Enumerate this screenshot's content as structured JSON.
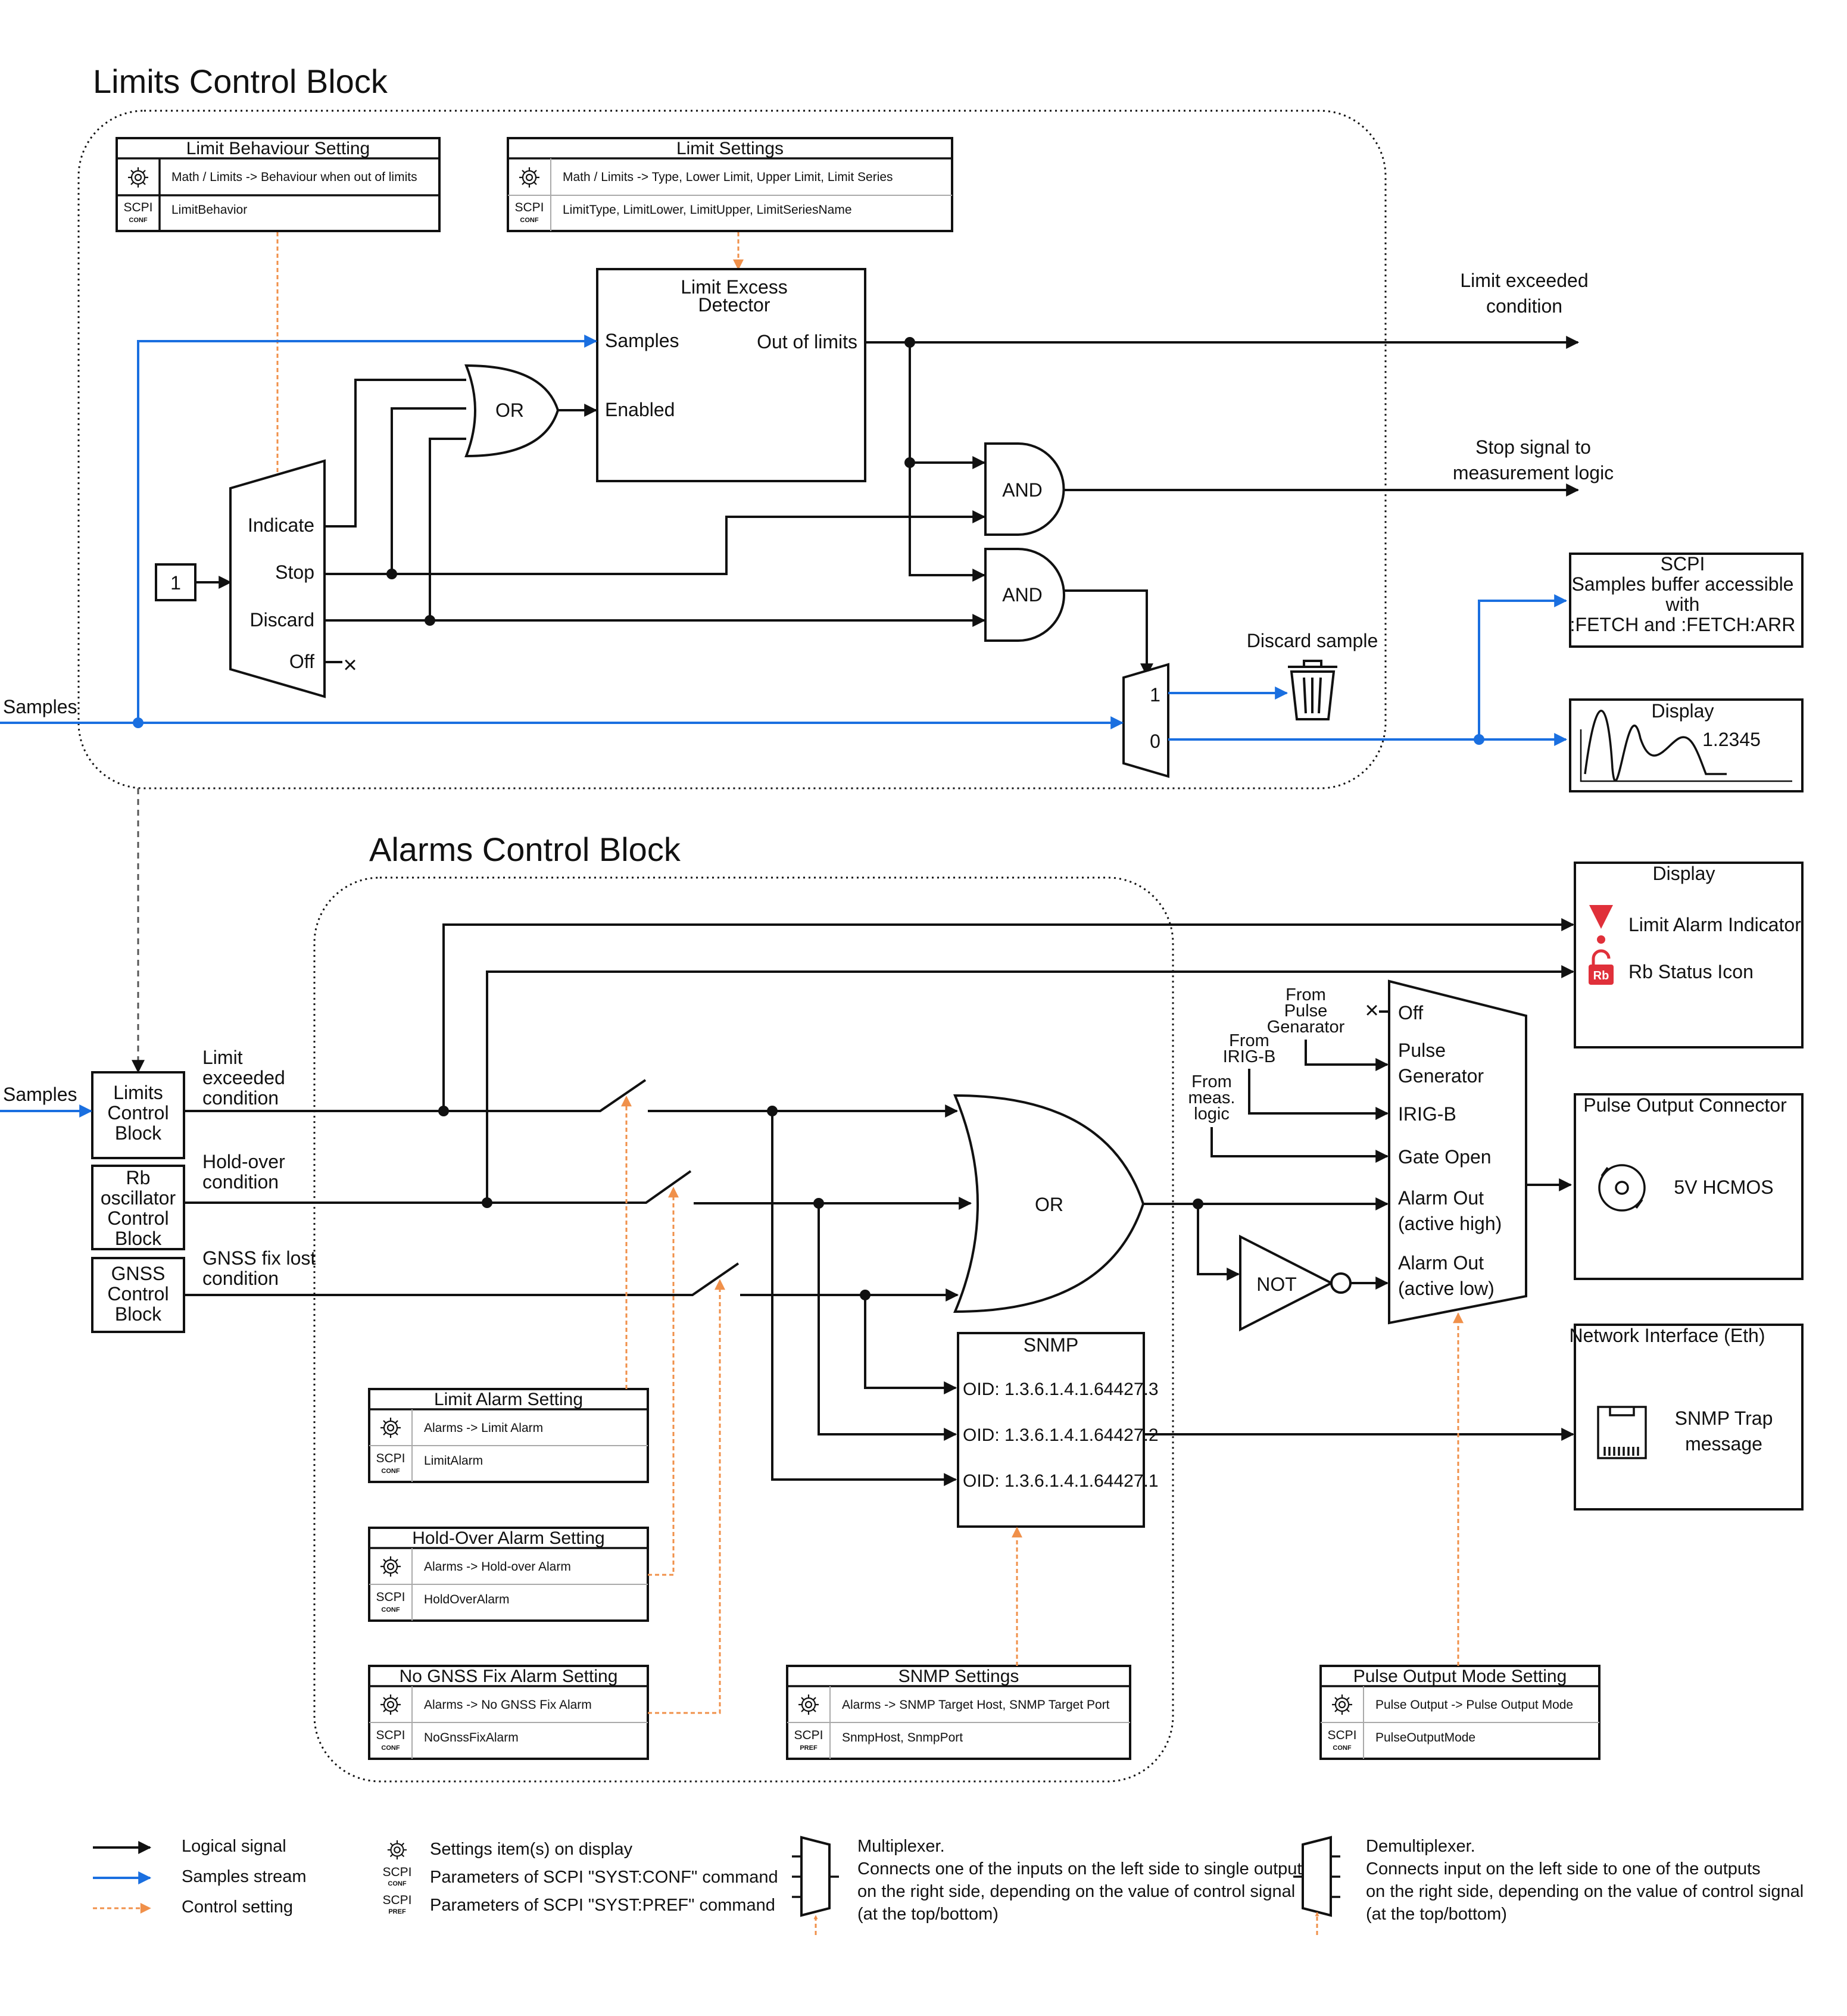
{
  "limits_block": {
    "title": "Limits Control Block",
    "behaviour_panel": {
      "title": "Limit Behaviour Setting",
      "display_path": "Math / Limits -> Behaviour when out of limits",
      "scpi_params": "LimitBehavior"
    },
    "limit_settings_panel": {
      "title": "Limit Settings",
      "display_path": "Math / Limits -> Type, Lower Limit, Upper Limit, Limit Series",
      "scpi_params": "LimitType, LimitLower, LimitUpper, LimitSeriesName"
    },
    "detector": {
      "title_line1": "Limit Excess",
      "title_line2": "Detector",
      "in_samples": "Samples",
      "in_enabled": "Enabled",
      "out_limits": "Out of limits"
    },
    "mux": {
      "in_indicate": "Indicate",
      "in_stop": "Stop",
      "in_discard": "Discard",
      "in_off": "Off"
    },
    "const_one": "1",
    "or_gate": "OR",
    "and_gate_1": "AND",
    "and_gate_2": "AND",
    "out_mux": {
      "sel_1": "1",
      "sel_0": "0"
    },
    "samples_input": "Samples",
    "limit_exceeded_line1": "Limit exceeded",
    "limit_exceeded_line2": "condition",
    "stop_signal_line1": "Stop signal to",
    "stop_signal_line2": "measurement logic",
    "discard_sample": "Discard sample",
    "scpi_box": {
      "line1": "SCPI",
      "line2": "Samples buffer accessible",
      "line3": "with",
      "line4": ":FETCH and :FETCH:ARR"
    },
    "display_box": {
      "title": "Display",
      "value": "1.2345"
    }
  },
  "alarms_block": {
    "title": "Alarms Control Block",
    "samples_input": "Samples",
    "limits_cb": [
      "Limits",
      "Control",
      "Block"
    ],
    "rb_cb": [
      "Rb",
      "oscillator",
      "Control",
      "Block"
    ],
    "gnss_cb": [
      "GNSS",
      "Control",
      "Block"
    ],
    "limit_cond": [
      "Limit",
      "exceeded",
      "condition"
    ],
    "holdover_cond": [
      "Hold-over",
      "condition"
    ],
    "gnss_cond": [
      "GNSS fix lost",
      "condition"
    ],
    "or_gate": "OR",
    "not_gate": "NOT",
    "snmp": {
      "title": "SNMP",
      "oid3": "OID: 1.3.6.1.4.1.64427.3",
      "oid2": "OID: 1.3.6.1.4.1.64427.2",
      "oid1": "OID: 1.3.6.1.4.1.64427.1"
    },
    "limit_alarm_panel": {
      "title": "Limit Alarm Setting",
      "display_path": "Alarms -> Limit Alarm",
      "scpi_params": "LimitAlarm"
    },
    "holdover_alarm_panel": {
      "title": "Hold-Over Alarm Setting",
      "display_path": "Alarms -> Hold-over Alarm",
      "scpi_params": "HoldOverAlarm"
    },
    "gnss_alarm_panel": {
      "title": "No GNSS Fix Alarm Setting",
      "display_path": "Alarms -> No GNSS Fix Alarm",
      "scpi_params": "NoGnssFixAlarm"
    },
    "snmp_panel": {
      "title": "SNMP Settings",
      "display_path": "Alarms -> SNMP Target Host, SNMP Target Port",
      "scpi_params": "SnmpHost, SnmpPort"
    },
    "pulse_panel": {
      "title": "Pulse Output Mode Setting",
      "display_path": "Pulse Output  -> Pulse Output Mode",
      "scpi_params": "PulseOutputMode"
    },
    "pulse_mux": {
      "off": "Off",
      "pulse_gen": [
        "Pulse",
        "Generator"
      ],
      "irigb": "IRIG-B",
      "gate_open": "Gate Open",
      "alarm_high": [
        "Alarm Out",
        "(active high)"
      ],
      "alarm_low": [
        "Alarm Out",
        "(active low)"
      ]
    },
    "from_pulse_gen": [
      "From",
      "Pulse",
      "Genarator"
    ],
    "from_irigb": [
      "From",
      "IRIG-B"
    ],
    "from_meas": [
      "From",
      "meas.",
      "logic"
    ],
    "display_box": {
      "title": "Display",
      "limit_indicator": "Limit Alarm Indicator",
      "rb_icon": "Rb Status Icon",
      "rb_badge": "Rb"
    },
    "pulse_connector": {
      "title": "Pulse Output Connector",
      "label": "5V HCMOS"
    },
    "network": {
      "title": "Network Interface (Eth)",
      "line1": "SNMP Trap",
      "line2": "message"
    }
  },
  "legend": {
    "logical": "Logical signal",
    "samples": "Samples stream",
    "control": "Control setting",
    "settings_display": "Settings item(s) on display",
    "scpi_conf": "Parameters of SCPI \"SYST:CONF\" command",
    "scpi_pref": "Parameters of SCPI \"SYST:PREF\" command",
    "mux_title": "Multiplexer.",
    "mux_desc": [
      "Connects one of the inputs on the left side to single output",
      "on the right side, depending on the value of control signal",
      "(at the top/bottom)"
    ],
    "demux_title": "Demultiplexer.",
    "demux_desc": [
      "Connects input on the left side to one of the outputs",
      "on the right side, depending on the value of control signal",
      "(at the top/bottom)"
    ]
  },
  "icons": {
    "gear": "gear-icon",
    "scpi_conf_top": "SCPI",
    "scpi_conf_bottom": "CONF",
    "scpi_pref_top": "SCPI",
    "scpi_pref_bottom": "PREF"
  },
  "colors": {
    "logical": "#111111",
    "samples": "#1a6fe0",
    "control": "#f0904a",
    "alarm_red": "#e0303a"
  }
}
